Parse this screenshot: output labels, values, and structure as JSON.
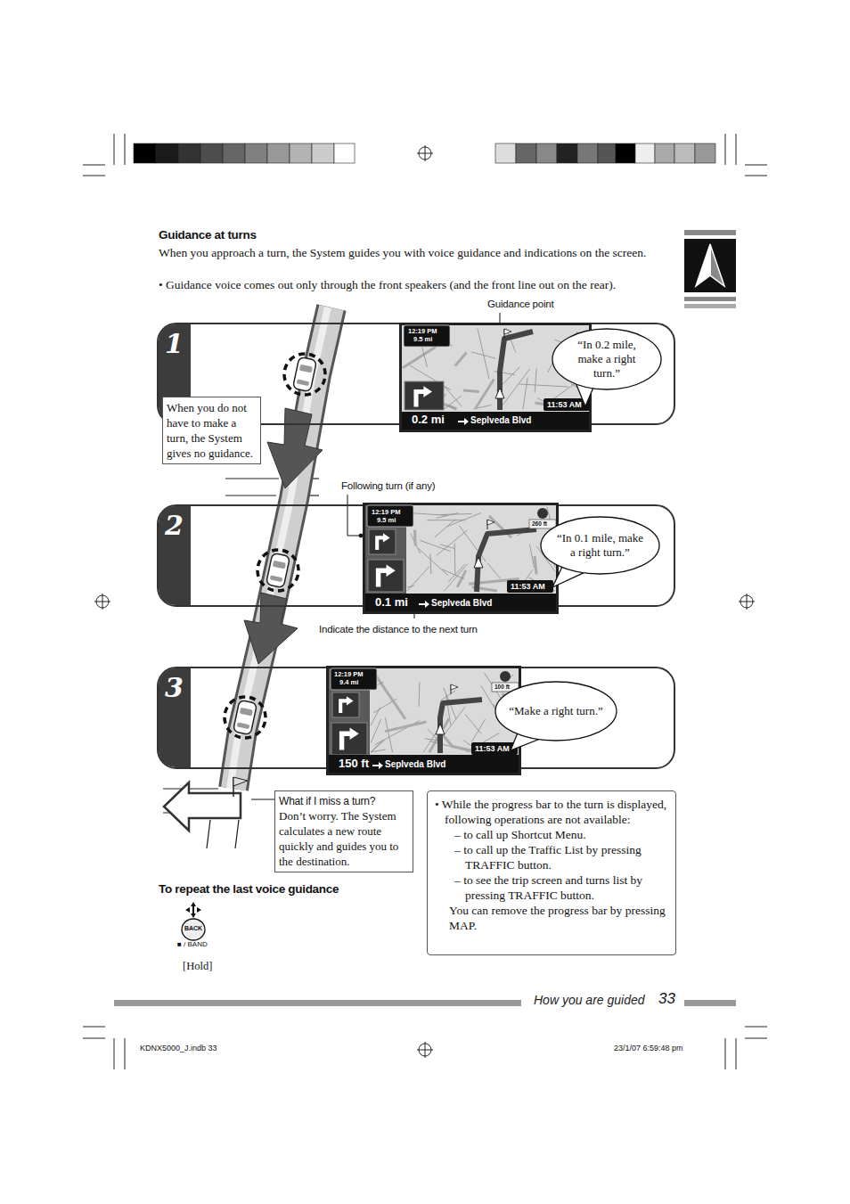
{
  "diagram": {
    "title": "Guidance at turns",
    "nodes": [
      {
        "text": [
          "1"
        ]
      },
      {
        "text": [
          "12:19 PM",
          "9.5 mi",
          "0.2 mi",
          "Seplveda Blvd",
          "11:53 AM"
        ],
        "in": 0
      },
      {
        "text": [
          "“In 0.2 mile, make a right turn.”"
        ],
        "in": 0
      },
      {
        "text": [
          "When you do not have to make a turn, the System gives no guidance."
        ]
      },
      {
        "text": [
          "2"
        ]
      },
      {
        "text": [
          "12:19 PM",
          "9.5 mi",
          "260 ft",
          "0.1 mi",
          "Seplveda Blvd",
          "11:53 AM"
        ],
        "in": 4
      },
      {
        "text": [
          "“In 0.1 mile, make a right turn.”"
        ],
        "in": 4
      },
      {
        "text": [
          "3"
        ]
      },
      {
        "text": [
          "12:19 PM",
          "9.4 mi",
          "100 ft",
          "150 ft",
          "Seplveda Blvd",
          "11:53 AM"
        ],
        "in": 7
      },
      {
        "text": [
          "“Make a right turn.”"
        ],
        "in": 7
      },
      {
        "text": [
          "What if I miss a turn?",
          "Don’t worry. The System calculates a new route quickly and guides you to the destination."
        ]
      },
      {
        "text": [
          "• While the progress bar to the turn is displayed, following operations are not available:",
          "– to call up Shortcut Menu.",
          "– to call up the Traffic List by pressing TRAFFIC button.",
          "– to see the trip screen and turns list by pressing TRAFFIC button.",
          "You can remove the progress bar by pressing MAP."
        ]
      },
      {
        "text": [
          "BACK"
        ]
      }
    ],
    "labels": [
      "When you approach a turn, the System guides you with voice guidance and indications on the screen.",
      "• Guidance voice comes out only through the front speakers (and the front line out on the rear).",
      "Guidance point",
      "Following turn (if any)",
      "Indicate the distance to the next turn",
      "To repeat the last voice guidance",
      "■ / BAND",
      "[Hold]",
      "How you are guided",
      "33",
      "KDNX5000_J.indb   33",
      "23/1/07   6:59:48 pm"
    ]
  }
}
